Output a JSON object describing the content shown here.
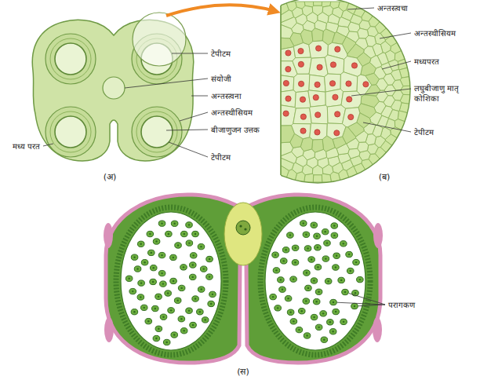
{
  "diagram": {
    "labels": [
      "टेपीटम",
      "संयोजी",
      "अन्तस्त्वना",
      "अन्तस्थीसियम",
      "बीजाणुजन उत्तक",
      "मध्य परत",
      "टेपीटम",
      "(अ)",
      "अन्तस्त्वचा",
      "अन्तस्थीसियम",
      "मध्यपरत",
      "लघुबीजाणु मातृ कोशिका",
      "टेपीटम",
      "(ब)",
      "परागकण",
      "(स)"
    ]
  }
}
